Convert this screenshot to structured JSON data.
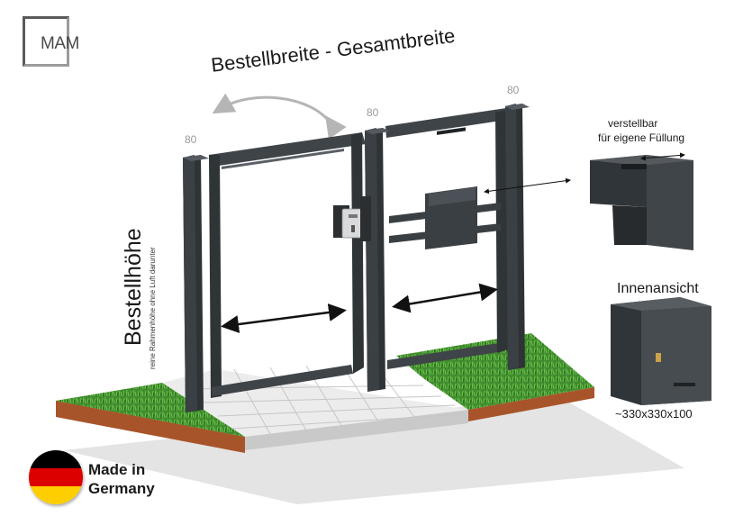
{
  "logo": {
    "text": "MAM"
  },
  "labels": {
    "width_title": "Bestellbreite - Gesamtbreite",
    "height_title": "Bestellhöhe",
    "height_note": "reine Rahmenhöhe ohne Luft darunter",
    "post_left": "80",
    "post_middle": "80",
    "post_right": "80",
    "adjustable_line1": "verstellbar",
    "adjustable_line2": "für eigene Füllung",
    "inside_view": "Innenansicht",
    "box_size": "~330x330x100"
  },
  "badge": {
    "line1": "Made in",
    "line2": "Germany"
  },
  "colors": {
    "frame": "#363b3f",
    "grass": "#3e8a2c",
    "soil": "#b0582a",
    "pavers": "#f0f0f0",
    "flag_black": "#000000",
    "flag_red": "#dd0000",
    "flag_gold": "#ffce00"
  }
}
